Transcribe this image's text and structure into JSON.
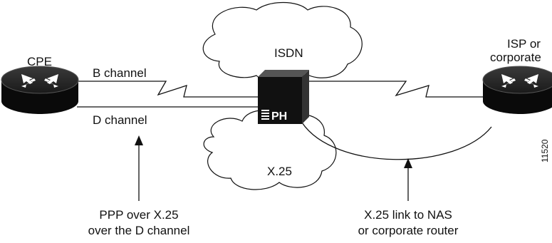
{
  "diagram": {
    "nodes": {
      "cpe": {
        "label": "CPE"
      },
      "isp": {
        "label_line1": "ISP or",
        "label_line2": "corporate"
      },
      "ph": {
        "label": "PH"
      }
    },
    "clouds": {
      "isdn": {
        "label": "ISDN"
      },
      "x25": {
        "label": "X.25"
      }
    },
    "links": {
      "b_channel": {
        "label": "B channel"
      },
      "d_channel": {
        "label": "D channel"
      }
    },
    "callouts": {
      "left": {
        "line1": "PPP over X.25",
        "line2": "over the D channel"
      },
      "right": {
        "line1": "X.25 link to NAS",
        "line2": "or corporate router"
      }
    },
    "figure_id": "11520"
  },
  "colors": {
    "line": "#111111",
    "router_body": "#0a0a0a",
    "router_top": "#2a2a2a",
    "cloud_fill": "#ffffff",
    "switch_front": "#111111",
    "switch_side": "#333333",
    "switch_top": "#555555"
  },
  "icons": {
    "cpe": "router-icon",
    "isp": "router-icon",
    "ph": "packet-handler-icon"
  }
}
